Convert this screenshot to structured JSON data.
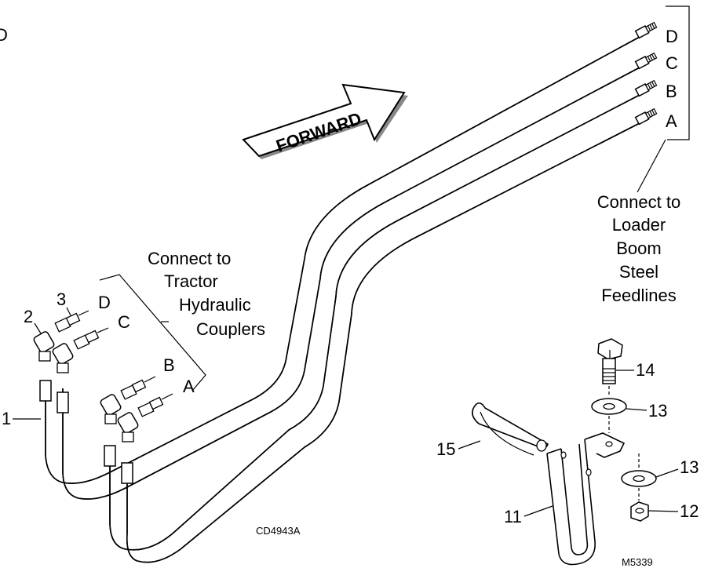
{
  "corner_mark": "D",
  "direction_label": "FORWARD",
  "right_group": {
    "port_letters": [
      "D",
      "C",
      "B",
      "A"
    ],
    "caption": [
      "Connect to",
      "Loader",
      "Boom",
      "Steel",
      "Feedlines"
    ]
  },
  "left_group": {
    "port_letters": [
      "D",
      "C",
      "B",
      "A"
    ],
    "caption": [
      "Connect to",
      "Tractor",
      "Hydraulic",
      "Couplers"
    ]
  },
  "callouts": {
    "item1": "1",
    "item2": "2",
    "item3": "3",
    "item11": "11",
    "item12": "12",
    "item13a": "13",
    "item13b": "13",
    "item14": "14",
    "item15": "15"
  },
  "drawing_id": "CD4943A",
  "figure_code": "M5339"
}
